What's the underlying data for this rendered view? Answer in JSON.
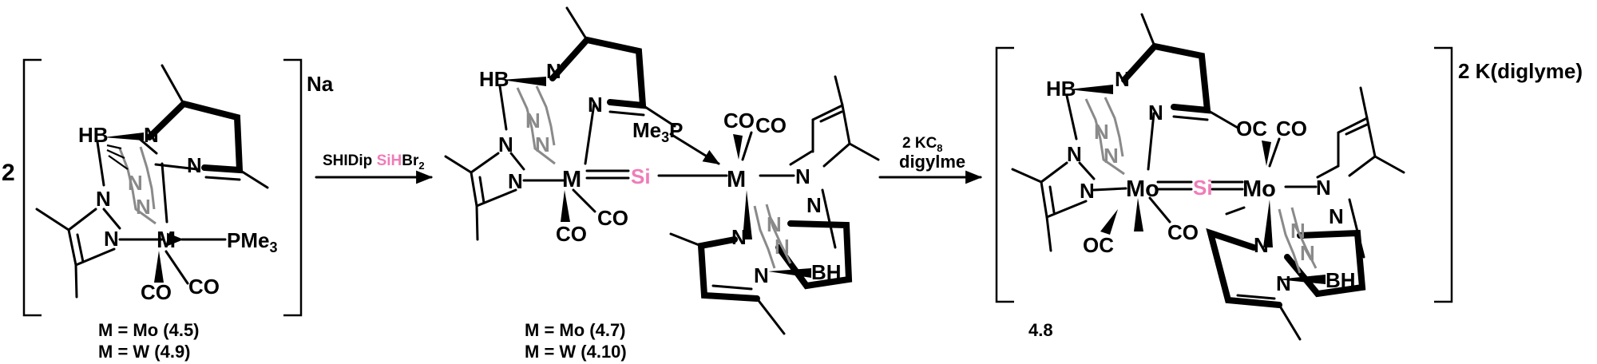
{
  "compound_1": {
    "coefficient": "2",
    "counter_ion": "Na",
    "labels": [
      "M = Mo (4.5)",
      "M = W (4.9)"
    ],
    "atoms": {
      "hb": "HB",
      "n": "N",
      "m": "M",
      "pme3": "PMe3",
      "co": "CO"
    }
  },
  "arrow_1": {
    "reagent_a": "SHIDip",
    "reagent_b_highlight": "SiH",
    "reagent_b_rest": "Br2"
  },
  "compound_2": {
    "labels": [
      "M = Mo (4.7)",
      "M = W (4.10)"
    ],
    "atoms": {
      "hb": "HB",
      "bh": "BH",
      "n": "N",
      "m": "M",
      "si": "Si",
      "me3p": "Me3P",
      "co": "CO"
    }
  },
  "arrow_2": {
    "reagent_a": "2 KC8",
    "reagent_b": "digylme"
  },
  "compound_3": {
    "label": "4.8",
    "counter_ion": "2 K(diglyme)",
    "atoms": {
      "hb": "HB",
      "bh": "BH",
      "n": "N",
      "mo": "Mo",
      "si": "Si",
      "co": "CO",
      "oc": "OC"
    }
  },
  "colors": {
    "silicon_highlight": "#f07cb8",
    "back_ring": "#8a8a8a"
  }
}
